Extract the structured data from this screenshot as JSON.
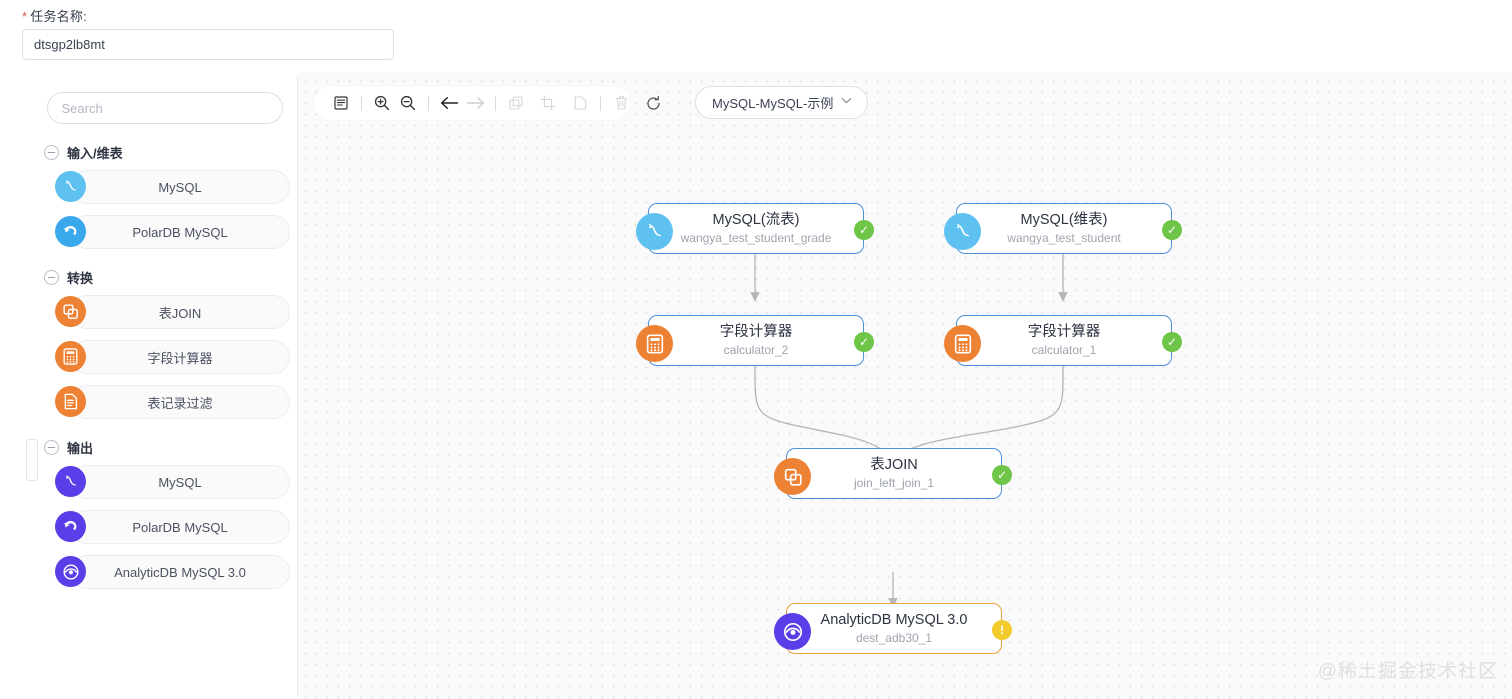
{
  "form": {
    "label": "任务名称:",
    "required_mark": "*",
    "task_name_value": "dtsgp2lb8mt"
  },
  "palette": {
    "search_placeholder": "Search",
    "groups": [
      {
        "title": "输入/维表",
        "items": [
          {
            "label": "MySQL",
            "icon": "mysql-dolphin-icon"
          },
          {
            "label": "PolarDB MySQL",
            "icon": "polardb-swirl-icon"
          }
        ]
      },
      {
        "title": "转换",
        "items": [
          {
            "label": "表JOIN",
            "icon": "join-squares-icon"
          },
          {
            "label": "字段计算器",
            "icon": "calculator-icon"
          },
          {
            "label": "表记录过滤",
            "icon": "filter-document-icon"
          }
        ]
      },
      {
        "title": "输出",
        "items": [
          {
            "label": "MySQL",
            "icon": "mysql-dolphin-icon"
          },
          {
            "label": "PolarDB MySQL",
            "icon": "polardb-swirl-icon"
          },
          {
            "label": "AnalyticDB MySQL 3.0",
            "icon": "analyticdb-eye-icon"
          }
        ]
      }
    ]
  },
  "toolbar": {
    "buttons": [
      {
        "name": "outline-list-button",
        "icon": "list-icon",
        "disabled": false
      },
      {
        "name": "zoom-in-button",
        "icon": "zoom-in-icon",
        "disabled": false
      },
      {
        "name": "zoom-out-button",
        "icon": "zoom-out-icon",
        "disabled": false
      },
      {
        "name": "undo-button",
        "icon": "arrow-left-icon",
        "disabled": false
      },
      {
        "name": "redo-button",
        "icon": "arrow-right-icon",
        "disabled": true
      },
      {
        "name": "copy-button",
        "icon": "copy-icon",
        "disabled": true
      },
      {
        "name": "cut-button",
        "icon": "cut-icon",
        "disabled": true
      },
      {
        "name": "paste-button",
        "icon": "paste-icon",
        "disabled": true
      },
      {
        "name": "delete-button",
        "icon": "trash-icon",
        "disabled": true
      },
      {
        "name": "refresh-button",
        "icon": "refresh-icon",
        "disabled": false
      }
    ]
  },
  "flow_select": {
    "value": "MySQL-MySQL-示例",
    "chevron": "chevron-down-icon"
  },
  "flow": {
    "nodes": [
      {
        "id": "mysql-stream",
        "title": "MySQL(流表)",
        "subtitle": "wangya_test_student_grade",
        "icon": "mysql-dolphin-icon",
        "status": "ok",
        "badge_glyph": "✓",
        "border": "blue"
      },
      {
        "id": "mysql-dim",
        "title": "MySQL(维表)",
        "subtitle": "wangya_test_student",
        "icon": "mysql-dolphin-icon",
        "status": "ok",
        "badge_glyph": "✓",
        "border": "blue"
      },
      {
        "id": "calculator-2",
        "title": "字段计算器",
        "subtitle": "calculator_2",
        "icon": "calculator-icon",
        "status": "ok",
        "badge_glyph": "✓",
        "border": "blue"
      },
      {
        "id": "calculator-1",
        "title": "字段计算器",
        "subtitle": "calculator_1",
        "icon": "calculator-icon",
        "status": "ok",
        "badge_glyph": "✓",
        "border": "blue"
      },
      {
        "id": "table-join",
        "title": "表JOIN",
        "subtitle": "join_left_join_1",
        "icon": "join-squares-icon",
        "status": "ok",
        "badge_glyph": "✓",
        "border": "blue"
      },
      {
        "id": "analyticdb-out",
        "title": "AnalyticDB MySQL 3.0",
        "subtitle": "dest_adb30_1",
        "icon": "analyticdb-eye-icon",
        "status": "warning",
        "badge_glyph": "!",
        "border": "orange"
      }
    ]
  },
  "watermark": "@稀土掘金技术社区",
  "colors": {
    "required": "#e1544a",
    "node_border_ok": "#4a90d9",
    "node_border_warn": "#e9a23b",
    "badge_ok": "#6fc548",
    "badge_warn": "#f2cc2c",
    "icon_input_blue": "#5ec1f0",
    "icon_transform_orange": "#ee8234",
    "icon_output_purple": "#5b3ee8"
  }
}
